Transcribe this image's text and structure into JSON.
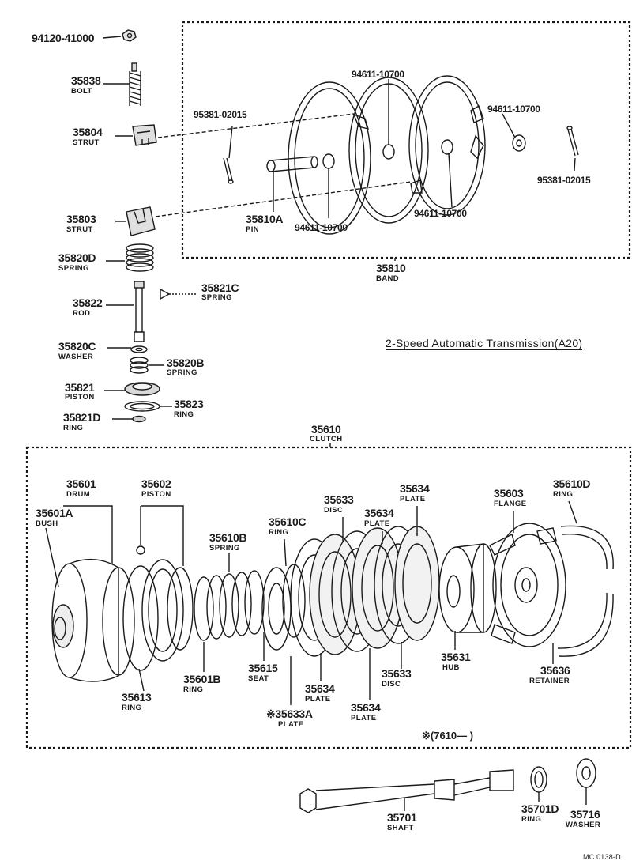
{
  "diagram": {
    "title": "2-Speed Automatic Transmission(A20)",
    "drawing_code": "MC 0138-D",
    "production_note": "※(7610—        )"
  },
  "labels": {
    "p94120": "94120-41000",
    "p35838": "35838",
    "n35838": "BOLT",
    "p35804": "35804",
    "n35804": "STRUT",
    "p35803": "35803",
    "n35803": "STRUT",
    "p35820D": "35820D",
    "n35820D": "SPRING",
    "p35822": "35822",
    "n35822": "ROD",
    "p35821C": "35821C",
    "n35821C": "SPRING",
    "p35820C": "35820C",
    "n35820C": "WASHER",
    "p35820B": "35820B",
    "n35820B": "SPRING",
    "p35821": "35821",
    "n35821": "PISTON",
    "p35823": "35823",
    "n35823": "RING",
    "p35821D": "35821D",
    "n35821D": "RING",
    "p95381a": "95381-02015",
    "p94611a": "94611-10700",
    "p94611b": "94611-10700",
    "p95381b": "95381-02015",
    "p35810A": "35810A",
    "n35810A": "PIN",
    "p94611c": "94611-10700",
    "p94611d": "94611-10700",
    "p35810": "35810",
    "n35810": "BAND",
    "p35610": "35610",
    "n35610": "CLUTCH",
    "p35601": "35601",
    "n35601": "DRUM",
    "p35601A": "35601A",
    "n35601A": "BUSH",
    "p35602": "35602",
    "n35602": "PISTON",
    "p35610B": "35610B",
    "n35610B": "SPRING",
    "p35610C": "35610C",
    "n35610C": "RING",
    "p35633a": "35633",
    "n35633a": "DISC",
    "p35634a": "35634",
    "n35634a": "PLATE",
    "p35634b": "35634",
    "n35634b": "PLATE",
    "p35603": "35603",
    "n35603": "FLANGE",
    "p35610D": "35610D",
    "n35610D": "RING",
    "p35613": "35613",
    "n35613": "RING",
    "p35601B": "35601B",
    "n35601B": "RING",
    "p35615": "35615",
    "n35615": "SEAT",
    "p35633A": "※35633A",
    "n35633A": "PLATE",
    "p35634c": "35634",
    "n35634c": "PLATE",
    "p35634d": "35634",
    "n35634d": "PLATE",
    "p35633b": "35633",
    "n35633b": "DISC",
    "p35631": "35631",
    "n35631": "HUB",
    "p35636": "35636",
    "n35636": "RETAINER",
    "p35701": "35701",
    "n35701": "SHAFT",
    "p35701D": "35701D",
    "n35701D": "RING",
    "p35716": "35716",
    "n35716": "WASHER"
  }
}
